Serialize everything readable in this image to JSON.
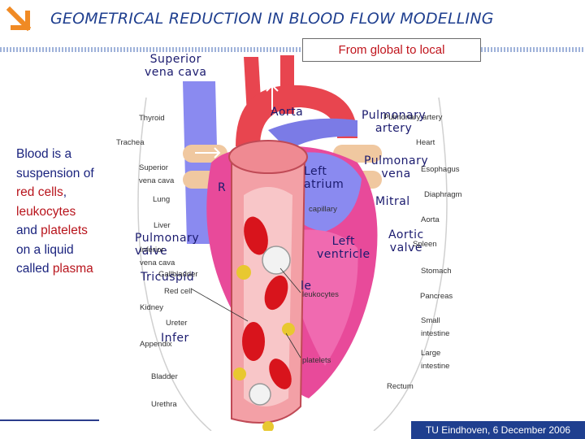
{
  "header": {
    "title": "GEOMETRICAL REDUCTION IN BLOOD FLOW MODELLING",
    "callout": "From global to local"
  },
  "text_block": {
    "lines": [
      [
        {
          "text": "Blood is a",
          "hl": false
        }
      ],
      [
        {
          "text": "suspension of",
          "hl": false
        }
      ],
      [
        {
          "text": "red cells",
          "hl": true
        },
        {
          "text": ",",
          "hl": false
        }
      ],
      [
        {
          "text": "leukocytes",
          "hl": true
        }
      ],
      [
        {
          "text": "and ",
          "hl": false
        },
        {
          "text": "platelets",
          "hl": true
        }
      ],
      [
        {
          "text": "on a liquid",
          "hl": false
        }
      ],
      [
        {
          "text": "called ",
          "hl": false
        },
        {
          "text": "plasma",
          "hl": true
        }
      ]
    ]
  },
  "heart_labels": {
    "superior_vena_cava": "Superior\nvena cava",
    "aorta": "Aorta",
    "pulmonary_artery": "Pulmonary\nartery",
    "pulmonary_vena": "Pulmonary\nvena",
    "left_atrium": "Left\natrium",
    "mitral": "Mitral",
    "aortic_valve": "Aortic\nvalve",
    "left_ventricle": "Left\nventricle",
    "pulmonary_valve": "Pulmonary\nvalve",
    "tricuspid": "Tricuspid",
    "inferior": "Infer",
    "right_partial": "R",
    "ventricle_partial": "le"
  },
  "anatomy_labels": {
    "thyroid": "Thyroid",
    "trachea": "Trachea",
    "superior_vena_cava": "Superior\nvena cava",
    "lung": "Lung",
    "liver": "Liver",
    "inferior_vena_cava": "Inferior\nvena cava",
    "gallbladder": "Gallbladder",
    "kidney": "Kidney",
    "ureter": "Ureter",
    "appendix": "Appendix",
    "bladder": "Bladder",
    "urethra": "Urethra",
    "pulmonary_artery": "Pulmonary artery",
    "heart": "Heart",
    "esophagus": "Esophagus",
    "diaphragm": "Diaphragm",
    "aorta": "Aorta",
    "spleen": "Spleen",
    "stomach": "Stomach",
    "pancreas": "Pancreas",
    "small_intestine": "Small\nintestine",
    "large_intestine": "Large\nintestine",
    "rectum": "Rectum"
  },
  "cell_labels": {
    "red_cell": "Red cell",
    "leukocytes": "leukocytes",
    "platelets": "platelets",
    "capillary": "capillary"
  },
  "footer": {
    "text": "TU Eindhoven, 6 December 2006"
  },
  "colors": {
    "title": "#1f3f8f",
    "highlight": "#b8141c",
    "body_text": "#1a237e",
    "logo": "#f08a24",
    "footer_bg": "#1f3f8f",
    "heart_red": "#e8454f",
    "vena_blue": "#8a8af0",
    "ventricle_pink": "#e84a9a"
  }
}
